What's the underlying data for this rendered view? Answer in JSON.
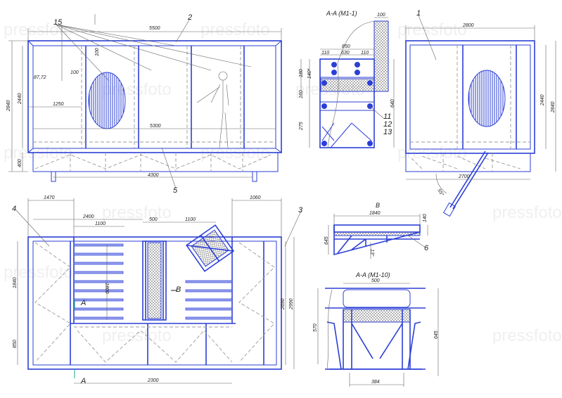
{
  "watermark": "pressfoto",
  "colors": {
    "line": "#2b3fd6",
    "dim": "#666666",
    "hidden": "#9a9a9a"
  },
  "front_view": {
    "callouts": [
      "15",
      "2",
      "5"
    ],
    "dims": {
      "overall_length": "5500",
      "overall_height": "2840",
      "wall_height": "2440",
      "base_height": "400",
      "support_span": "4300",
      "inner_length": "5300",
      "offset": "1250",
      "edge": "87,72",
      "gap": "100",
      "top_gap": "100"
    }
  },
  "section_m1_1": {
    "title": "A-A (M1-1)",
    "dims": {
      "panel": "100",
      "width": "850",
      "left": "110",
      "mid": "630",
      "right": "110",
      "h1": "180",
      "h2": "140*",
      "h3": "160",
      "h4": "275",
      "total": "640"
    },
    "callouts": [
      "11",
      "12",
      "13"
    ]
  },
  "side_view": {
    "callouts": [
      "1"
    ],
    "dims": {
      "width": "2800",
      "wall_height": "2440",
      "overall_height": "2840",
      "base_width": "2700",
      "angle": "55°"
    }
  },
  "plan_view": {
    "callouts": [
      "4",
      "3"
    ],
    "section_marks": [
      "A",
      "A",
      "B"
    ],
    "dims": {
      "left_block": "1470",
      "left_span": "2400",
      "left_bars": "1100",
      "center": "500",
      "right_bars": "1100",
      "right_block": "1060",
      "bottom": "2300",
      "h_left": "1840",
      "h_bottom": "850",
      "bars_height": "1800",
      "h_right1": "2690",
      "h_right2": "2990"
    }
  },
  "view_b": {
    "title": "B",
    "dims": {
      "length": "1840",
      "top": "140",
      "height": "645",
      "angle": "13°"
    },
    "callouts": [
      "6"
    ]
  },
  "section_m1_10": {
    "title": "A-A (M1-10)",
    "dims": {
      "width": "500",
      "inner_height": "570",
      "height": "645",
      "base": "384"
    }
  }
}
